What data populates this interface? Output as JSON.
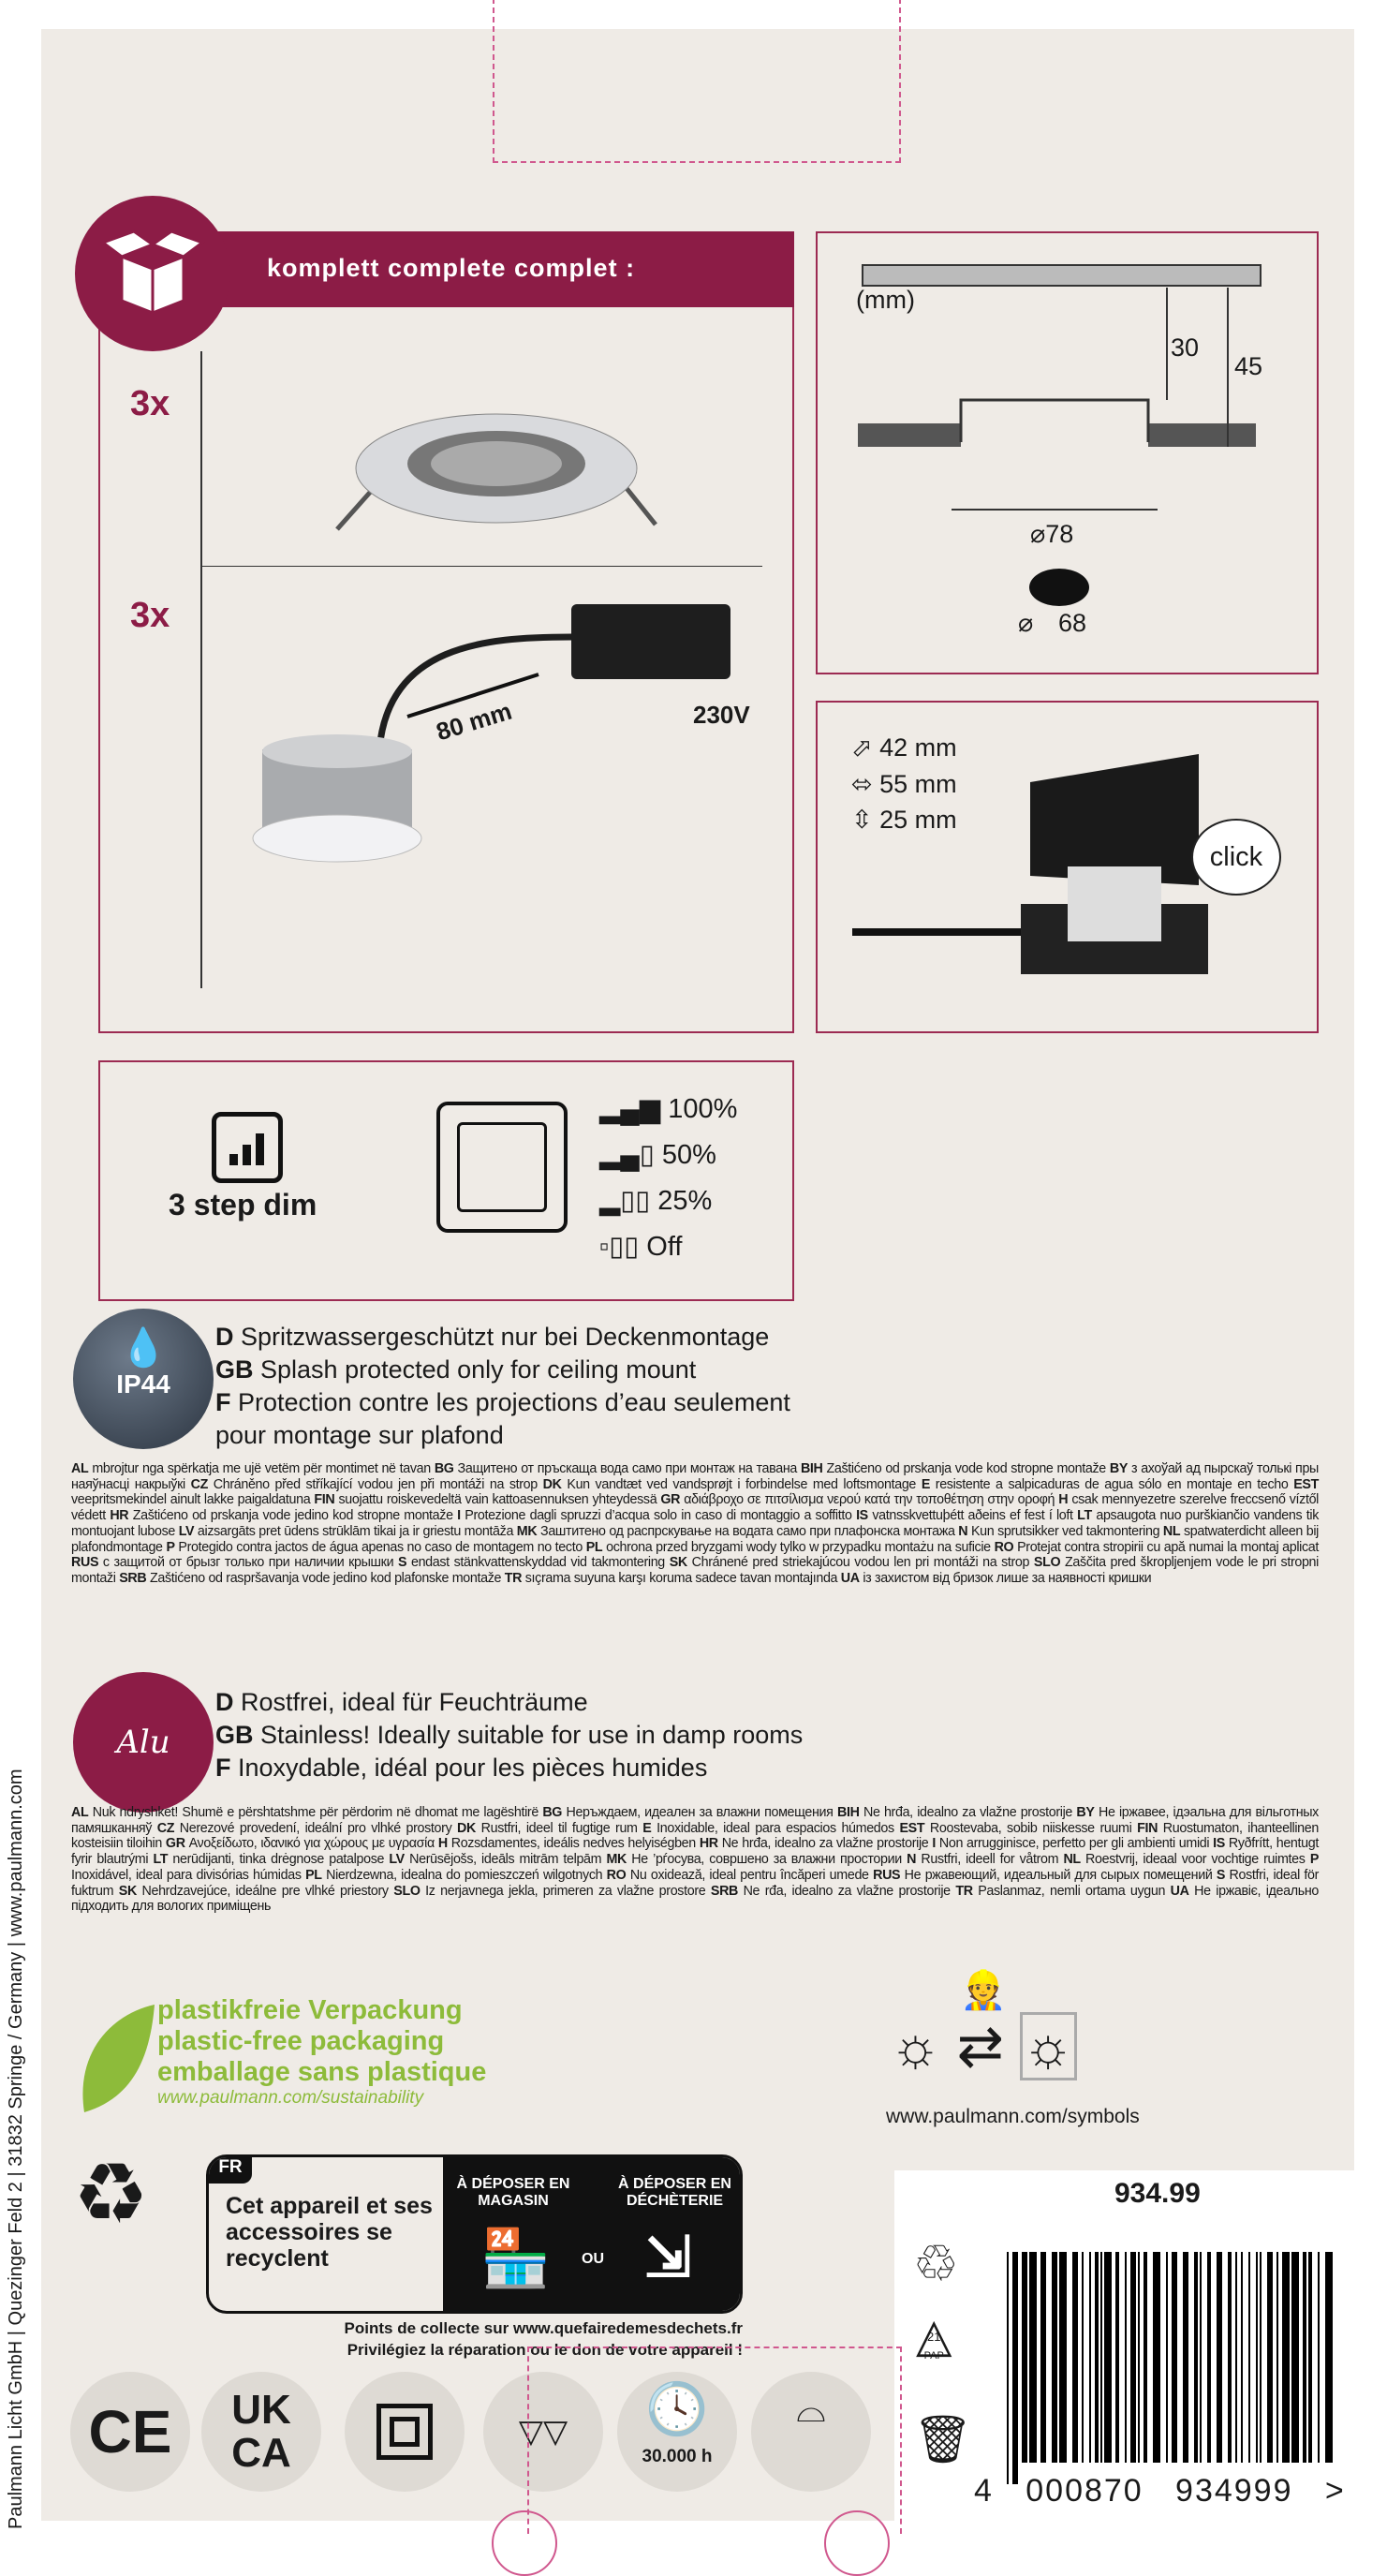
{
  "contents": {
    "header": "komplett complete complet :",
    "qty1": "3x",
    "qty2": "3x",
    "cable_length": "80 mm",
    "voltage": "230V"
  },
  "dimensions": {
    "unit": "(mm)",
    "h1": "30",
    "h2": "45",
    "diameter": "⌀78",
    "cutout": "68",
    "cutout_prefix": "⌀"
  },
  "junction_box": {
    "d1": "42 mm",
    "d2": "55 mm",
    "d3": "25 mm",
    "click": "click"
  },
  "dimming": {
    "label": "3 step dim",
    "levels": [
      "100%",
      "50%",
      "25%",
      "Off"
    ]
  },
  "ip": {
    "badge": "IP44",
    "lines": [
      {
        "code": "D",
        "text": "Spritzwassergeschützt nur bei Deckenmontage"
      },
      {
        "code": "GB",
        "text": "Splash protected only for ceiling mount"
      },
      {
        "code": "F",
        "text": "Protection contre les projections d’eau seulement"
      },
      {
        "code": "",
        "text": "pour montage sur plafond"
      }
    ],
    "multi": "<b>AL</b> mbrojtur nga spërkatja me ujë vetëm për montimet në tavan <b>BG</b> Защитено от пръскаща вода само при монтаж на тавана <b>BIH</b> Zaštićeno od prskanja vode kod stropne montaže <b>BY</b> з ахоўай ад пырскаў толькі пры наяўнасці накрыўкі <b>CZ</b> Chráněno před stříkající vodou jen při montáži na strop <b>DK</b> Kun vandtæt ved vandsprøjt i forbindelse med loftsmontage <b>E</b> resistente a salpicaduras de agua sólo en montaje en techo <b>EST</b> veepritsmekindel ainult lakke paigaldatuna <b>FIN</b> suojattu roiskevedeltä vain kattoasennuksen yhteydessä <b>GR</b> αδιάβροχο σε πιτσίλισμα νερού κατά την τοποθέτηση στην οροφή <b>H</b> csak mennyezetre szerelve freccsenő víztől védett <b>HR</b> Zaštićeno od prskanja vode jedino kod stropne montaže <b>I</b> Protezione dagli spruzzi d’acqua solo in caso di montaggio a soffitto <b>IS</b> vatnsskvettuþétt aðeins ef fest í loft <b>LT</b> apsaugota nuo purškiančio vandens tik montuojant lubose <b>LV</b> aizsargāts pret ūdens strūklām tikai ja ir griestu montāža <b>MK</b> Заштитено од распрскување на водата само при плафонска монтажа <b>N</b> Kun sprutsikker ved takmontering <b>NL</b> spatwaterdicht alleen bij plafondmontage <b>P</b> Protegido contra jactos de água apenas no caso de montagem no tecto <b>PL</b> ochrona przed bryzgami wody tylko w przypadku montażu na suficie <b>RO</b> Protejat contra stropirii cu apă numai la montaj aplicat <b>RUS</b> с защитой от брызг только при наличии крышки <b>S</b> endast stänkvattenskyddad vid takmontering <b>SK</b> Chránené pred striekajúcou vodou len pri montáži na strop <b>SLO</b> Zaščita pred škropljenjem vode le pri stropni montaži <b>SRB</b> Zaštićeno od raspršavanja vode jedino kod plafonske montaže <b>TR</b> sıçrama suyuna karşı koruma sadece tavan montajında <b>UA</b> із захистом від бризок лише за наявності кришки"
  },
  "alu": {
    "badge": "Alu",
    "lines": [
      {
        "code": "D",
        "text": "Rostfrei, ideal für Feuchträume"
      },
      {
        "code": "GB",
        "text": "Stainless! Ideally suitable for use in damp rooms"
      },
      {
        "code": "F",
        "text": "Inoxydable, idéal pour les pièces humides"
      }
    ],
    "multi": "<b>AL</b> Nuk ndryshket! Shumë e përshtatshme për përdorim në dhomat me lagështirë <b>BG</b> Неръждаем, идеален за влажни помещения <b>BIH</b> Ne hrđa, idealno za vlažne prostorije <b>BY</b> Не іржавее, ідэальна для вільготных памяшканняў <b>CZ</b> Nerezové provedení, ideální pro vlhké prostory <b>DK</b> Rustfri, ideel til fugtige rum <b>E</b> Inoxidable, ideal para espacios húmedos <b>EST</b> Roostevaba, sobib niiskesse ruumi <b>FIN</b> Ruostumaton, ihanteellinen kosteisiin tiloihin <b>GR</b> Ανοξείδωτο, ιδανικό για χώρους με υγρασία <b>H</b> Rozsdamentes, ideális nedves helyiségben <b>HR</b> Ne hrđa, idealno za vlažne prostorije <b>I</b> Non arrugginisce, perfetto per gli ambienti umidi <b>IS</b> Ryðfrítt, hentugt fyrir blautrými <b>LT</b> nerūdijanti, tinka drėgnose patalpose <b>LV</b> Nerūsējošs, ideāls mitrām telpām <b>MK</b> Не ’рѓосува, совршено за влажни простории <b>N</b> Rustfri, ideell for våtrom <b>NL</b> Roestvrij, ideaal voor vochtige ruimtes <b>P</b> Inoxidável, ideal para divisórias húmidas <b>PL</b> Nierdzewna, idealna do pomieszczeń wilgotnych <b>RO</b> Nu oxidează, ideal pentru încăperi umede <b>RUS</b> Не ржавеющий, идеальный для сырых помещений <b>S</b> Rostfri, ideal för fuktrum <b>SK</b> Nehrdzavejúce, ideálne pre vlhké priestory <b>SLO</b> Iz nerjavnega jekla, primeren za vlažne prostore <b>SRB</b> Ne rđa, idealno za vlažne prostorije <b>TR</b> Paslanmaz, nemli ortama uygun <b>UA</b> Не іржавіє, ідеально підходить для вологих приміщень"
  },
  "packaging": {
    "l1": "plastikfreie Verpackung",
    "l2": "plastic-free packaging",
    "l3": "emballage sans plastique",
    "url": "www.paulmann.com/sustainability"
  },
  "symbols_url": "www.paulmann.com/symbols",
  "triman": {
    "country": "FR",
    "text": "Cet appareil et ses accessoires se recyclent",
    "store": "À DÉPOSER EN MAGASIN",
    "or": "OU",
    "dump": "À DÉPOSER EN DÉCHÈTERIE",
    "note1": "Points de collecte sur www.quefairedemesdechets.fr",
    "note2": "Privilégiez la réparation ou le don de votre appareil !"
  },
  "article": "934.99",
  "barcode": {
    "digits": "4   000870   934999   >"
  },
  "pap": {
    "num": "21",
    "label": "PAP"
  },
  "cert": {
    "ce": "CE",
    "ukca1": "UK",
    "ukca2": "CA",
    "hours": "30.000 h"
  },
  "address": "Paulmann Licht GmbH | Quezinger Feld 2 | 31832 Springe / Germany | www.paulmann.com"
}
